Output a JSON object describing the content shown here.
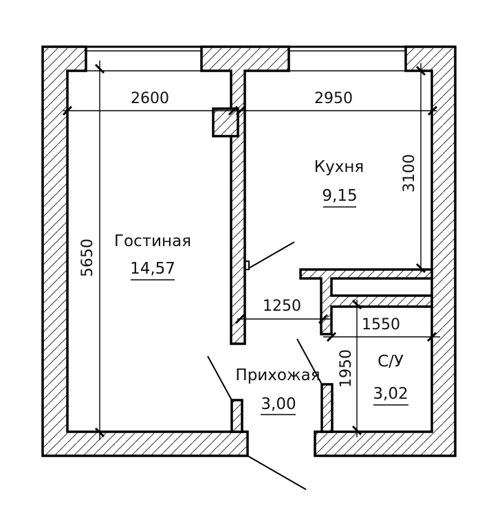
{
  "plan": {
    "rooms": [
      {
        "name": "Гостиная",
        "area": "14,57"
      },
      {
        "name": "Кухня",
        "area": "9,15"
      },
      {
        "name": "Прихожая",
        "area": "3,00"
      },
      {
        "name": "С/У",
        "area": "3,02"
      }
    ],
    "dimensions": {
      "living_width": "2600",
      "kitchen_width": "2950",
      "living_length": "5650",
      "kitchen_length": "3100",
      "hall_width": "1250",
      "bath_width": "1550",
      "bath_length": "1950"
    },
    "colors": {
      "line": "#000000",
      "background": "#ffffff",
      "hatch": "#333333"
    }
  }
}
